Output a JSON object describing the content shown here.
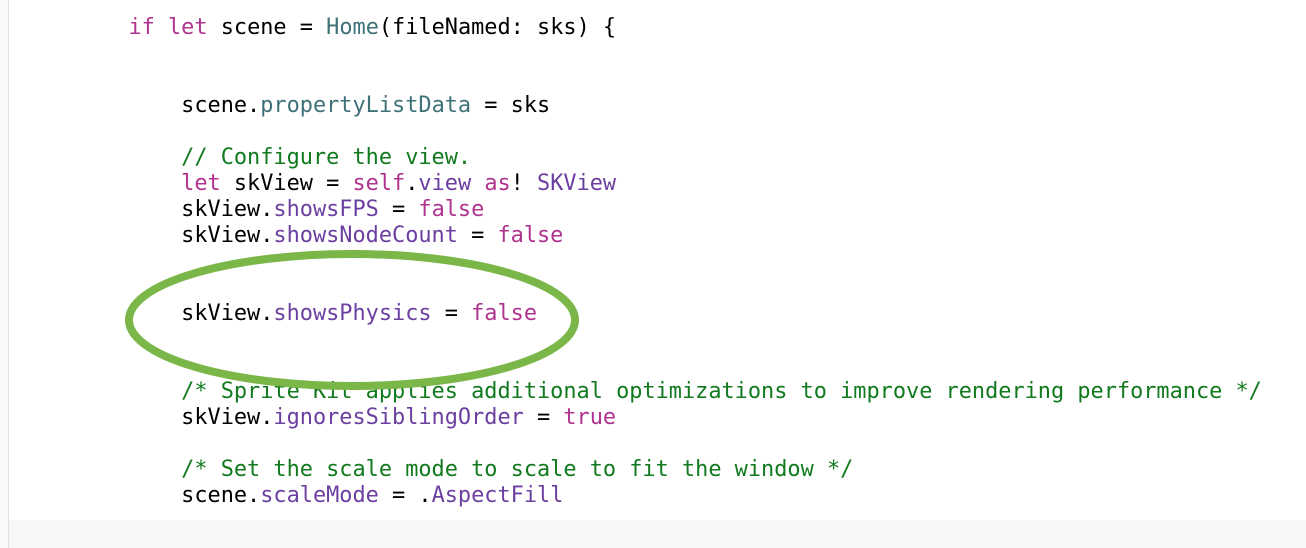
{
  "editor": {
    "language": "swift",
    "lines": [
      [
        [
          "plain",
          "        "
        ],
        [
          "kw",
          "if"
        ],
        [
          "plain",
          " "
        ],
        [
          "kw",
          "let"
        ],
        [
          "plain",
          " scene = "
        ],
        [
          "type",
          "Home"
        ],
        [
          "plain",
          "(fileNamed: sks) {"
        ]
      ],
      [],
      [],
      [
        [
          "plain",
          "            scene."
        ],
        [
          "type",
          "propertyListData"
        ],
        [
          "plain",
          " = sks"
        ]
      ],
      [],
      [
        [
          "plain",
          "            "
        ],
        [
          "cmt",
          "// Configure the view."
        ]
      ],
      [
        [
          "plain",
          "            "
        ],
        [
          "kw",
          "let"
        ],
        [
          "plain",
          " skView = "
        ],
        [
          "kw",
          "self"
        ],
        [
          "plain",
          "."
        ],
        [
          "prop",
          "view"
        ],
        [
          "plain",
          " "
        ],
        [
          "kw",
          "as"
        ],
        [
          "plain",
          "! "
        ],
        [
          "prop",
          "SKView"
        ]
      ],
      [
        [
          "plain",
          "            skView."
        ],
        [
          "prop",
          "showsFPS"
        ],
        [
          "plain",
          " = "
        ],
        [
          "kw",
          "false"
        ]
      ],
      [
        [
          "plain",
          "            skView."
        ],
        [
          "prop",
          "showsNodeCount"
        ],
        [
          "plain",
          " = "
        ],
        [
          "kw",
          "false"
        ]
      ],
      [],
      [],
      [
        [
          "plain",
          "            skView."
        ],
        [
          "prop",
          "showsPhysics"
        ],
        [
          "plain",
          " = "
        ],
        [
          "kw",
          "false"
        ]
      ],
      [],
      [],
      [
        [
          "plain",
          "            "
        ],
        [
          "cmt",
          "/* Sprite Kit applies additional optimizations to improve rendering performance */"
        ]
      ],
      [
        [
          "plain",
          "            skView."
        ],
        [
          "prop",
          "ignoresSiblingOrder"
        ],
        [
          "plain",
          " = "
        ],
        [
          "kw",
          "true"
        ]
      ],
      [],
      [
        [
          "plain",
          "            "
        ],
        [
          "cmt",
          "/* Set the scale mode to scale to fit the window */"
        ]
      ],
      [
        [
          "plain",
          "            scene."
        ],
        [
          "prop",
          "scaleMode"
        ],
        [
          "plain",
          " = ."
        ],
        [
          "prop",
          "AspectFill"
        ]
      ]
    ]
  },
  "annotation": {
    "shape": "ellipse",
    "color": "#7ab648",
    "highlighted_line": "skView.showsPhysics = false"
  }
}
